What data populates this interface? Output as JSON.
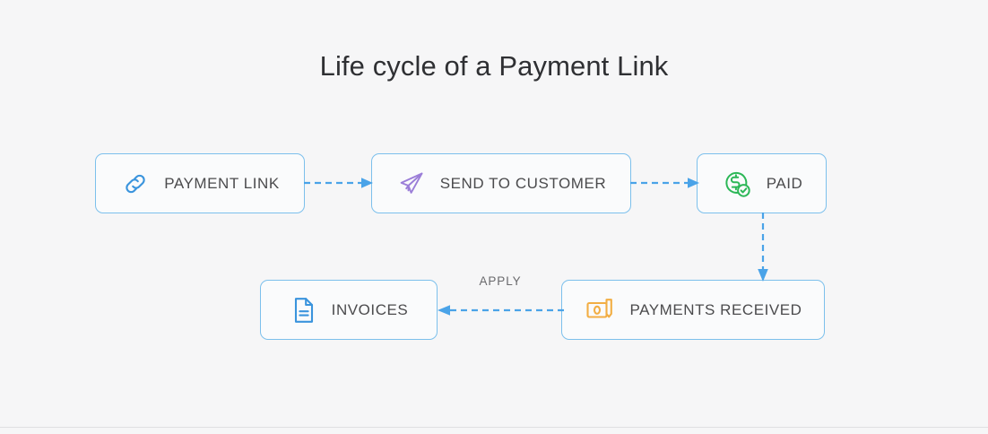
{
  "page": {
    "title": "Life cycle of a Payment Link",
    "background_color": "#f6f6f7",
    "divider_color": "#e0e0e2"
  },
  "diagram": {
    "type": "flow",
    "node_border_color": "#7cc0ec",
    "node_fill_color": "#fafbfc",
    "node_label_color": "#4b4b4d",
    "connector_color": "#4aa3e8",
    "nodes": [
      {
        "id": "payment-link",
        "label": "PAYMENT LINK",
        "icon": "chain-link-icon",
        "icon_color": "#3a94dd"
      },
      {
        "id": "send-to-customer",
        "label": "SEND TO CUSTOMER",
        "icon": "paper-plane-icon",
        "icon_color": "#9b7ed8"
      },
      {
        "id": "paid",
        "label": "PAID",
        "icon": "dollar-check-icon",
        "icon_color": "#2cb757"
      },
      {
        "id": "payments-received",
        "label": "PAYMENTS RECEIVED",
        "icon": "cash-note-icon",
        "icon_color": "#f2ae44"
      },
      {
        "id": "invoices",
        "label": "INVOICES",
        "icon": "document-icon",
        "icon_color": "#3a94dd"
      }
    ],
    "connectors": [
      {
        "id": "link-to-send",
        "from": "payment-link",
        "to": "send-to-customer",
        "direction": "right",
        "style": "dashed",
        "label": ""
      },
      {
        "id": "send-to-paid",
        "from": "send-to-customer",
        "to": "paid",
        "direction": "right",
        "style": "dashed",
        "label": ""
      },
      {
        "id": "paid-down",
        "from": "paid",
        "to": "payments-received",
        "direction": "down",
        "style": "dashed",
        "label": ""
      },
      {
        "id": "apply",
        "from": "payments-received",
        "to": "invoices",
        "direction": "left",
        "style": "dashed",
        "label": "APPLY"
      }
    ]
  }
}
